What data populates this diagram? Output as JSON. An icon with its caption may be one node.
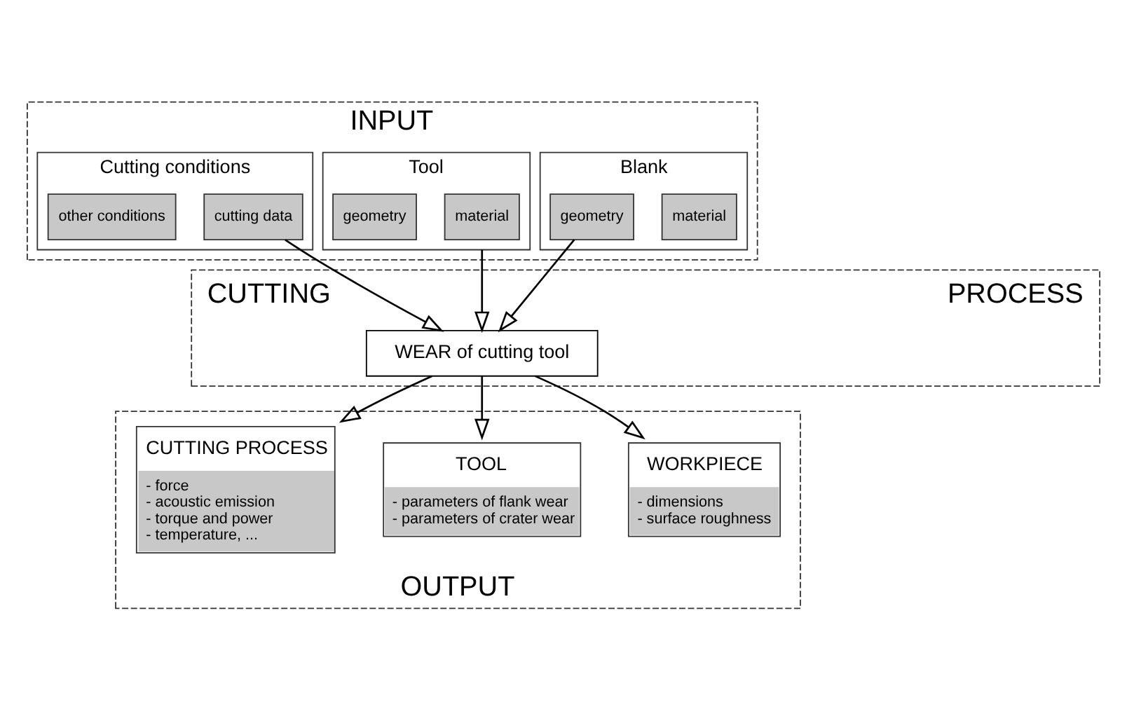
{
  "diagram": {
    "nodes": [
      {
        "text": [
          "INPUT"
        ]
      },
      {
        "text": [
          "Blank"
        ],
        "in": 0
      },
      {
        "text": [
          "material"
        ],
        "in": 1
      },
      {
        "text": [
          "geometry"
        ],
        "in": 1
      },
      {
        "text": [
          "Tool"
        ],
        "in": 0
      },
      {
        "text": [
          "material"
        ],
        "in": 4
      },
      {
        "text": [
          "geometry"
        ],
        "in": 4
      },
      {
        "text": [
          "Cutting conditions"
        ],
        "in": 0
      },
      {
        "text": [
          "cutting data"
        ],
        "in": 7
      },
      {
        "text": [
          "other conditions"
        ],
        "in": 7
      },
      {
        "text": [
          "CUTTING",
          "PROCESS"
        ]
      },
      {
        "text": [
          "WEAR of cutting tool"
        ],
        "in": 10
      },
      {
        "text": [
          "OUTPUT"
        ]
      },
      {
        "text": [
          "WORKPIECE",
          "- dimensions",
          "- surface roughness"
        ],
        "in": 12
      },
      {
        "text": [
          "TOOL",
          "- parameters of flank wear",
          "- parameters of crater wear"
        ],
        "in": 12
      },
      {
        "text": [
          "CUTTING PROCESS",
          "- force",
          "- acoustic emission",
          "- torque and power",
          "- temperature, ..."
        ],
        "in": 12
      }
    ],
    "edges": [
      {
        "from": 3,
        "to": 11,
        "arrow": "to"
      },
      {
        "from": 4,
        "to": 11,
        "arrow": "to"
      },
      {
        "from": 8,
        "to": 11,
        "arrow": "to"
      },
      {
        "from": 11,
        "to": 13,
        "arrow": "to"
      },
      {
        "from": 11,
        "to": 14,
        "arrow": "to"
      },
      {
        "from": 11,
        "to": 15,
        "arrow": "to"
      }
    ]
  }
}
